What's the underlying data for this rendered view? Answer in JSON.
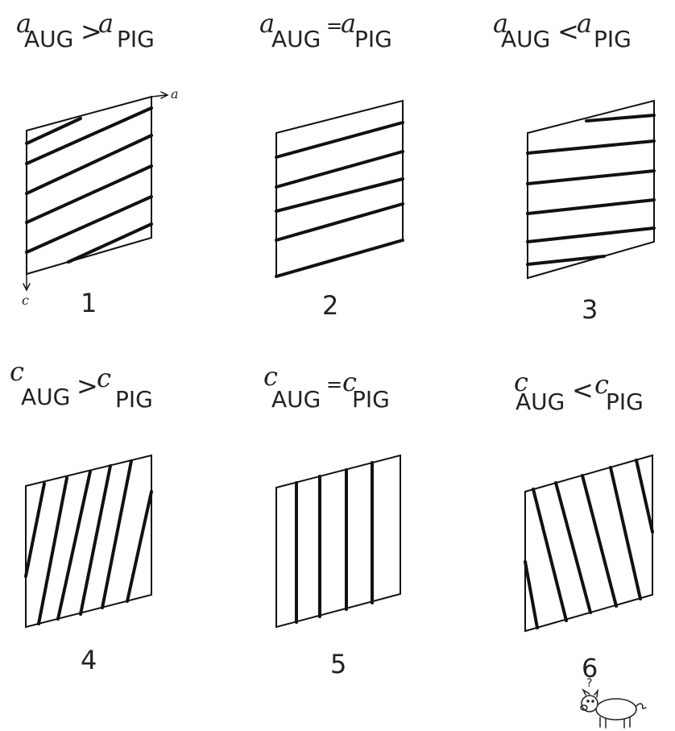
{
  "panels": [
    {
      "var": "a",
      "sub_left": "AUG",
      "rel": ">",
      "sub_right": "PIG",
      "number": "1"
    },
    {
      "var": "a",
      "sub_left": "AUG",
      "rel": "=",
      "sub_right": "PIG",
      "number": "2"
    },
    {
      "var": "a",
      "sub_left": "AUG",
      "rel": "<",
      "sub_right": "PIG",
      "number": "3"
    },
    {
      "var": "c",
      "sub_left": "AUG",
      "rel": ">",
      "sub_right": "PIG",
      "number": "4"
    },
    {
      "var": "c",
      "sub_left": "AUG",
      "rel": "=",
      "sub_right": "PIG",
      "number": "5"
    },
    {
      "var": "c",
      "sub_left": "AUG",
      "rel": "<",
      "sub_right": "PIG",
      "number": "6"
    }
  ],
  "axes": {
    "a": "a",
    "c": "c"
  },
  "pig": {
    "mark": "?",
    "icon": "pig-icon"
  }
}
